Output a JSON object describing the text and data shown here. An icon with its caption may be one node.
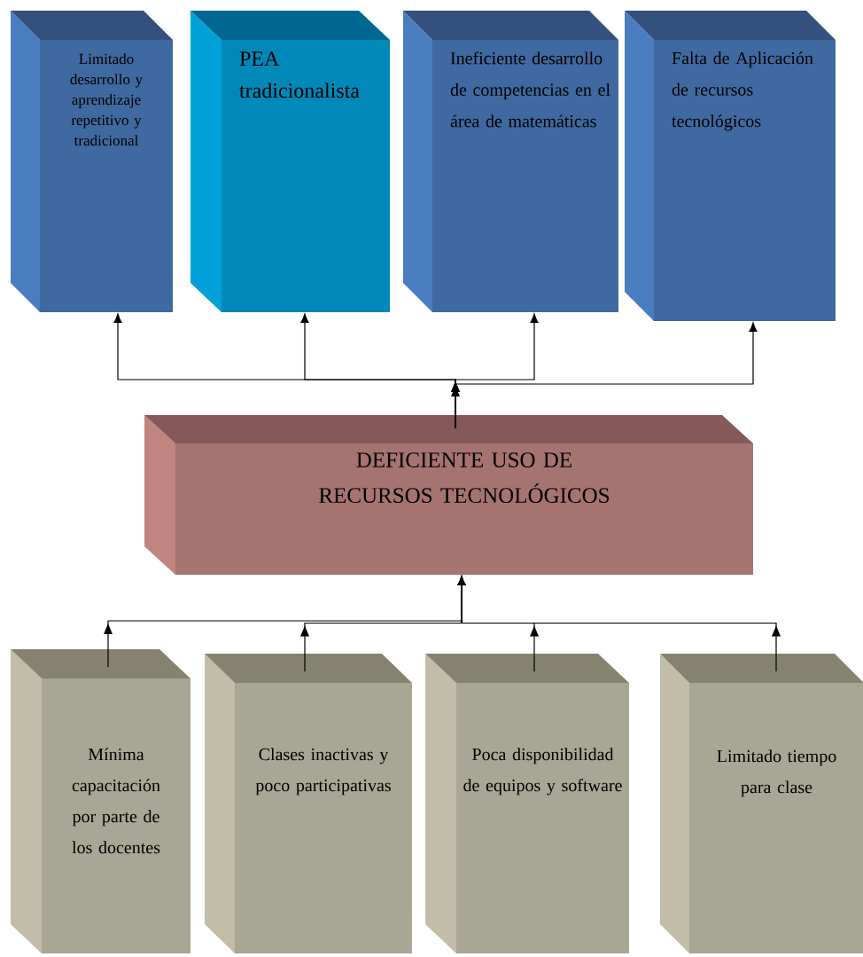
{
  "diagram": {
    "nodes": [
      {
        "text": [
          "Limitado desarrollo y aprendizaje repetitivo y tradicional"
        ]
      },
      {
        "text": [
          "PEA tradicionalista"
        ]
      },
      {
        "text": [
          "Ineficiente desarrollo de competencias en el área de matemáticas"
        ]
      },
      {
        "text": [
          "Falta de Aplicación de recursos tecnológicos"
        ]
      },
      {
        "text": [
          "DEFICIENTE USO DE RECURSOS TECNOLÓGICOS"
        ]
      },
      {
        "text": [
          "Mínima capacitación por parte de los docentes"
        ]
      },
      {
        "text": [
          "Clases inactivas y poco participativas"
        ]
      },
      {
        "text": [
          "Poca disponibilidad de equipos y software"
        ]
      },
      {
        "text": [
          "Limitado tiempo para clase"
        ]
      }
    ],
    "edges": [
      {
        "from": 4,
        "to": 0,
        "arrow": "to"
      },
      {
        "from": 4,
        "to": 1,
        "arrow": "to"
      },
      {
        "from": 4,
        "to": 2,
        "arrow": "to"
      },
      {
        "from": 4,
        "to": 3,
        "arrow": "to"
      },
      {
        "from": 5,
        "to": 4,
        "arrow": "to"
      },
      {
        "from": 6,
        "to": 4,
        "arrow": "to"
      },
      {
        "from": 7,
        "to": 4,
        "arrow": "to"
      },
      {
        "from": 8,
        "to": 4,
        "arrow": "to"
      }
    ]
  }
}
